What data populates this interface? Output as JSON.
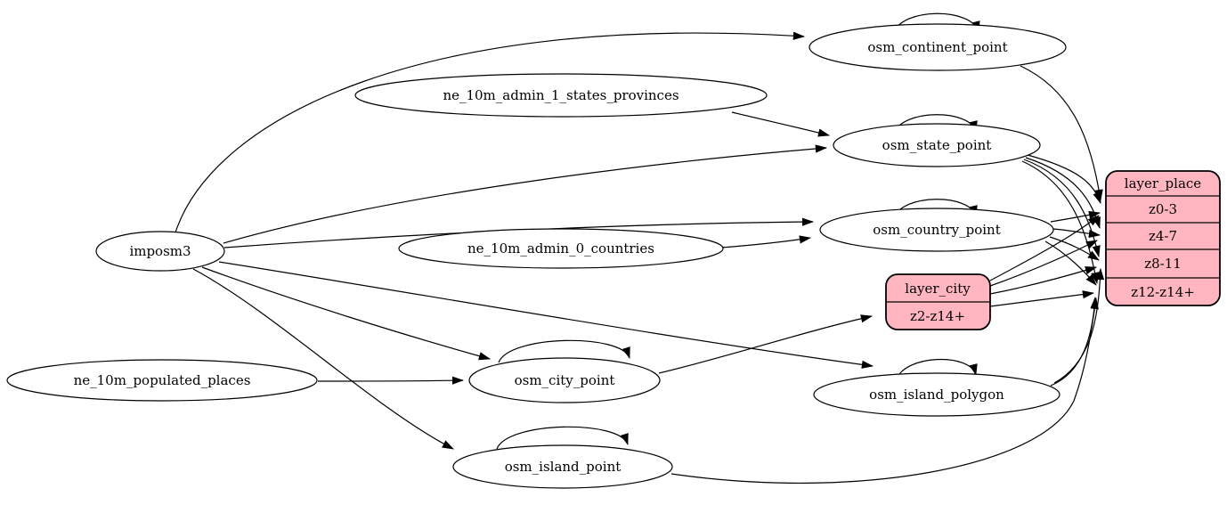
{
  "diagram": {
    "type": "graphviz-digraph",
    "description": "ETL graph: imposm3 and Natural Earth sources feed OSM point/polygon tables which feed zoom-level rows of layer_city and layer_place",
    "colors": {
      "background": "#ffffff",
      "node_fill": "#ffffff",
      "node_stroke": "#000000",
      "table_fill": "#ffb6c1",
      "edge": "#000000",
      "text": "#000000"
    },
    "nodes": {
      "imposm3": "imposm3",
      "ne_10m_admin_1_states_provinces": "ne_10m_admin_1_states_provinces",
      "ne_10m_admin_0_countries": "ne_10m_admin_0_countries",
      "ne_10m_populated_places": "ne_10m_populated_places",
      "osm_continent_point": "osm_continent_point",
      "osm_state_point": "osm_state_point",
      "osm_country_point": "osm_country_point",
      "osm_city_point": "osm_city_point",
      "osm_island_polygon": "osm_island_polygon",
      "osm_island_point": "osm_island_point"
    },
    "tables": {
      "layer_place": {
        "title": "layer_place",
        "rows": [
          "z0-3",
          "z4-7",
          "z8-11",
          "z12-z14+"
        ]
      },
      "layer_city": {
        "title": "layer_city",
        "rows": [
          "z2-z14+"
        ]
      }
    },
    "edges": [
      {
        "from": "imposm3",
        "to": "osm_continent_point"
      },
      {
        "from": "imposm3",
        "to": "osm_state_point"
      },
      {
        "from": "imposm3",
        "to": "osm_country_point"
      },
      {
        "from": "imposm3",
        "to": "osm_city_point"
      },
      {
        "from": "imposm3",
        "to": "osm_island_polygon"
      },
      {
        "from": "imposm3",
        "to": "osm_island_point"
      },
      {
        "from": "ne_10m_admin_1_states_provinces",
        "to": "osm_state_point"
      },
      {
        "from": "ne_10m_admin_0_countries",
        "to": "osm_country_point"
      },
      {
        "from": "ne_10m_populated_places",
        "to": "osm_city_point"
      },
      {
        "from": "osm_continent_point",
        "to": "osm_continent_point"
      },
      {
        "from": "osm_state_point",
        "to": "osm_state_point"
      },
      {
        "from": "osm_country_point",
        "to": "osm_country_point"
      },
      {
        "from": "osm_city_point",
        "to": "osm_city_point"
      },
      {
        "from": "osm_island_polygon",
        "to": "osm_island_polygon"
      },
      {
        "from": "osm_island_point",
        "to": "osm_island_point"
      },
      {
        "from": "osm_continent_point",
        "to": "layer_place:z0-3"
      },
      {
        "from": "osm_state_point",
        "to": "layer_place:z0-3"
      },
      {
        "from": "osm_state_point",
        "to": "layer_place:z4-7"
      },
      {
        "from": "osm_state_point",
        "to": "layer_place:z8-11"
      },
      {
        "from": "osm_state_point",
        "to": "layer_place:z12-z14+"
      },
      {
        "from": "osm_country_point",
        "to": "layer_place:z0-3"
      },
      {
        "from": "osm_country_point",
        "to": "layer_place:z4-7"
      },
      {
        "from": "osm_country_point",
        "to": "layer_place:z8-11"
      },
      {
        "from": "osm_country_point",
        "to": "layer_place:z12-z14+"
      },
      {
        "from": "osm_city_point",
        "to": "layer_city:z2-z14+"
      },
      {
        "from": "layer_city",
        "to": "layer_place:z0-3"
      },
      {
        "from": "layer_city",
        "to": "layer_place:z4-7"
      },
      {
        "from": "layer_city",
        "to": "layer_place:z8-11"
      },
      {
        "from": "layer_city",
        "to": "layer_place:z12-z14+"
      },
      {
        "from": "osm_island_polygon",
        "to": "layer_place:z8-11"
      },
      {
        "from": "osm_island_polygon",
        "to": "layer_place:z12-z14+"
      },
      {
        "from": "osm_island_point",
        "to": "layer_place:z12-z14+"
      }
    ]
  }
}
